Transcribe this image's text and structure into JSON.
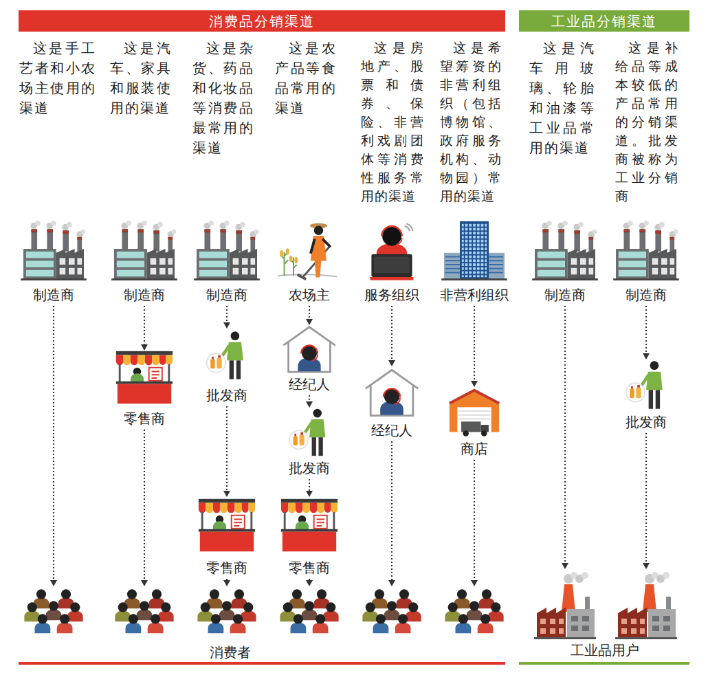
{
  "diagram": {
    "nodes": [
      {
        "text": [
          "消费品分销渠道"
        ]
      },
      {
        "text": [
          "工业品分销渠道"
        ]
      },
      {
        "text": [
          "制造商"
        ]
      },
      {
        "text": [
          "制造商"
        ]
      },
      {
        "text": [
          "零售商"
        ]
      },
      {
        "text": [
          "制造商"
        ]
      },
      {
        "text": [
          "批发商"
        ]
      },
      {
        "text": [
          "零售商"
        ]
      },
      {
        "text": [
          "农场主"
        ]
      },
      {
        "text": [
          "经纪人"
        ]
      },
      {
        "text": [
          "批发商"
        ]
      },
      {
        "text": [
          "零售商"
        ]
      },
      {
        "text": [
          "服务组织"
        ]
      },
      {
        "text": [
          "经纪人"
        ]
      },
      {
        "text": [
          "非营利组织"
        ]
      },
      {
        "text": [
          "商店"
        ]
      },
      {
        "text": [
          "制造商"
        ]
      },
      {
        "text": [
          "制造商"
        ]
      },
      {
        "text": [
          "批发商"
        ]
      },
      {
        "text": [
          "消费者"
        ]
      },
      {
        "text": [
          "工业品用户"
        ]
      }
    ],
    "edges": [
      {
        "from": 2,
        "to": 19,
        "arrow": "to"
      },
      {
        "from": 3,
        "to": 4,
        "arrow": "to"
      },
      {
        "from": 4,
        "to": 19,
        "arrow": "to"
      },
      {
        "from": 5,
        "to": 6,
        "arrow": "to"
      },
      {
        "from": 6,
        "to": 7,
        "arrow": "to"
      },
      {
        "from": 7,
        "to": 19,
        "arrow": "to"
      },
      {
        "from": 8,
        "to": 9,
        "arrow": "to"
      },
      {
        "from": 9,
        "to": 10,
        "arrow": "to"
      },
      {
        "from": 10,
        "to": 11,
        "arrow": "to"
      },
      {
        "from": 11,
        "to": 19,
        "arrow": "to"
      },
      {
        "from": 12,
        "to": 13,
        "arrow": "to"
      },
      {
        "from": 13,
        "to": 19,
        "arrow": "to"
      },
      {
        "from": 14,
        "to": 15,
        "arrow": "to"
      },
      {
        "from": 15,
        "to": 19,
        "arrow": "to"
      },
      {
        "from": 16,
        "to": 20,
        "arrow": "to"
      },
      {
        "from": 17,
        "to": 18,
        "arrow": "to"
      },
      {
        "from": 18,
        "to": 20,
        "arrow": "to"
      }
    ],
    "labels": [
      "这是手工艺者和小农场主使用的渠道",
      "这是汽车、家具和服装使用的渠道",
      "这是杂货、药品和化妆品等消费品最常用的渠道",
      "这是农产品等食品常用的渠道",
      "这是房地产、股票和债券、保险、非营利戏剧团体等消费性服务常用的渠道",
      "这是希望筹资的非营利组织（包括博物馆、政府服务机构、动物园）常用的渠道",
      "这是汽车用玻璃、轮胎和油漆等工业品常用的渠道",
      "这是补给品等成本较低的产品常用的分销渠道。批发商被称为工业分销商"
    ]
  }
}
